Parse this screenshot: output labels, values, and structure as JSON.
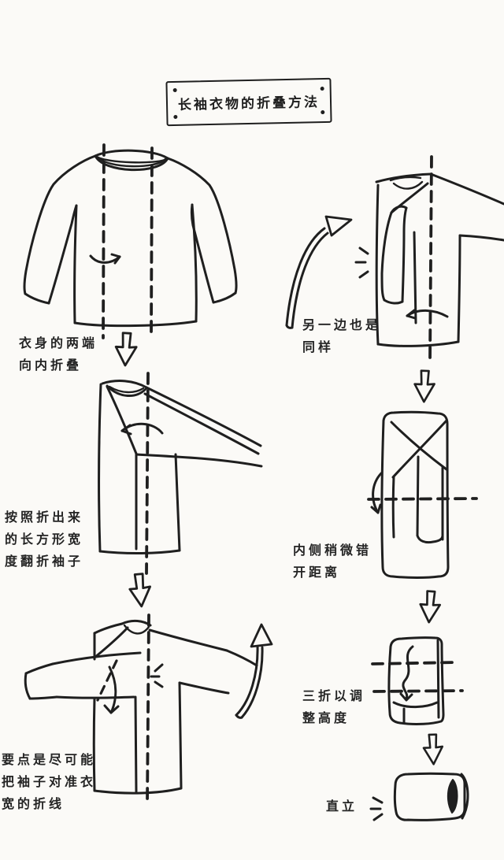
{
  "title": "长袖衣物的折叠方法",
  "colors": {
    "ink": "#1f1f1f",
    "background": "#fbfaf7"
  },
  "steps": [
    {
      "id": 1,
      "label": "衣身的两端\n向内折叠"
    },
    {
      "id": 2,
      "label": "按照折出来\n的长方形宽\n度翻折袖子"
    },
    {
      "id": 3,
      "label": "要点是尽可能\n把袖子对准衣\n宽的折线"
    },
    {
      "id": 4,
      "label": "另一边也是\n同样"
    },
    {
      "id": 5,
      "label": "内侧稍微错\n开距离"
    },
    {
      "id": 6,
      "label": "三折以调\n整高度"
    },
    {
      "id": 7,
      "label": "直立"
    }
  ]
}
